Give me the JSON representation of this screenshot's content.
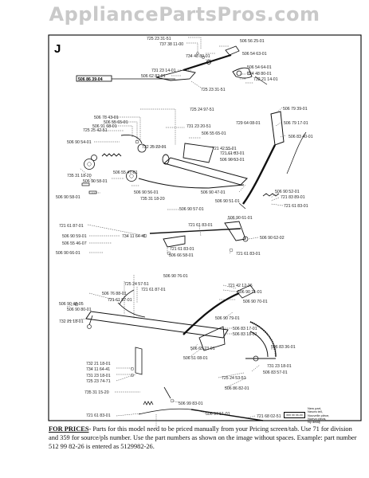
{
  "banner": "AppliancePartsPros.com",
  "section_letter": "J",
  "ref_number": "506 86 39-04",
  "part_numbers": [
    "725 23 31-51",
    "737 38 11-00",
    "506 56 25-01",
    "506 54 63-01",
    "734 48 80-01",
    "731 23 14-01",
    "506 62 82-01",
    "506 54 64-01",
    "734 48 80-01",
    "732 21 14-01",
    "725 23 31-51",
    "725 24 97-51",
    "506 78 43-01",
    "506 55 65-01",
    "725 25 42-51",
    "506 91 68-01",
    "506 90 54-01",
    "731 23 20-51",
    "729 64 08-01",
    "506 55 65-01",
    "506 79 39-01",
    "506 79 17-01",
    "506 83 40-01",
    "721 42 55-01",
    "721 61 83-01",
    "506 90 53-01",
    "732 25 22-01",
    "735 31 18-20",
    "506 90 58-01",
    "506 55 47-01",
    "506 90 58-01",
    "506 90 56-01",
    "735 31 18-20",
    "506 90 57-01",
    "506 90 47-01",
    "506 90 51-01",
    "506 90 52-01",
    "721 83 89-01",
    "721 61 83-01",
    "506 90 61-01",
    "721 61 87-01",
    "734 11 64-41",
    "721 61 83-01",
    "506 90 59-01",
    "506 90 62-02",
    "506 55 46-07",
    "506 90 66-01",
    "721 61 83-01",
    "506 66 58-01",
    "721 61 83-01",
    "506 90 76-01",
    "725 24 57-51",
    "721 61 87-01",
    "721 42 12-26",
    "506 90 71-01",
    "506 76 88-01",
    "506 90 48-05",
    "506 90 80-01",
    "721 61 87-01",
    "506 90 70-01",
    "506 90 79-01",
    "732 21 18-01",
    "506 83 17-01",
    "506 83 18-01",
    "506 65 23-01",
    "506 83 36-01",
    "506 51 08-01",
    "732 21 18-01",
    "734 11 64-41",
    "731 23 18-01",
    "725 23 74-71",
    "731 23 18-01",
    "506 83 57-01",
    "725 24 53-51",
    "506 86 82-01",
    "735 31 15-20",
    "506 99 83-01",
    "506 97 51-01",
    "721 68 02-51",
    "721 61 83-01"
  ],
  "legend": {
    "box_text": "xxx xx xx-xx",
    "notes": [
      "New part,",
      "Neues teil,",
      "Nouvelle pièce,",
      "Nueva pieza,",
      "Ny detalj"
    ]
  },
  "footer": {
    "label": "FOR PRICES",
    "text": "- Parts for this model need to be priced manually from your Pricing screen/tab. Use 71 for division and 359 for source/pls number.  Use the part numbers as shown on the image without spaces.  Example: part number 512 99 82-26 is entered as 5129982-26."
  }
}
